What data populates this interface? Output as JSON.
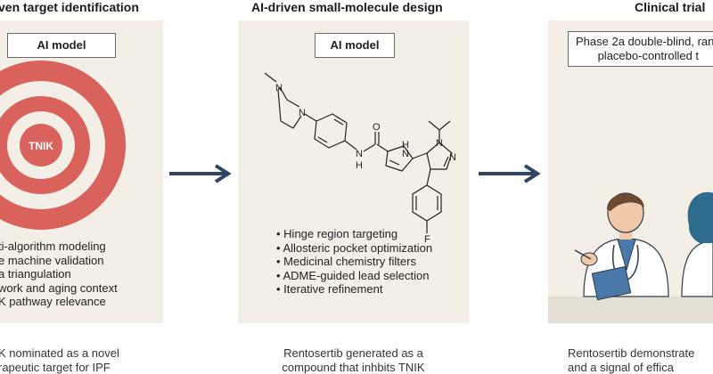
{
  "stages": [
    {
      "title": "ven target identification",
      "chip": "AI model",
      "target_label": "TNIK",
      "bullets": [
        "ti-algorithm modeling",
        "e machine validation",
        "a triangulation",
        "work and aging context",
        "K pathway relevance"
      ],
      "caption": [
        "K nominated as a novel",
        "rapeutic target for IPF"
      ]
    },
    {
      "title": "AI-driven small-molecule design",
      "chip": "AI model",
      "bullets": [
        "• Hinge region targeting",
        "• Allosteric pocket optimization",
        "• Medicinal chemistry filters",
        "• ADME-guided lead selection",
        "• Iterative refinement"
      ],
      "caption": [
        "Rentosertib generated as a",
        "compound that inhbits TNIK"
      ],
      "atoms": {
        "n1": "N",
        "n2": "N",
        "carbonyl_o": "O",
        "amide_n": "N",
        "amide_h": "H",
        "im_n": "N",
        "im_h": "H",
        "im2_n1": "N",
        "im2_n2": "N",
        "fluorine": "F"
      }
    },
    {
      "title": "Clinical trial",
      "box_lines": [
        "Phase 2a double-blind, rand",
        "placebo-controlled t"
      ],
      "caption": [
        "Rentosertib demonstrate",
        "and a signal of effica"
      ]
    }
  ],
  "colors": {
    "panel": "#f3efe7",
    "target_red": "#d9625d",
    "arrow": "#2f4466",
    "coat": "#ffffff",
    "scrubs": "#4a78a8"
  }
}
